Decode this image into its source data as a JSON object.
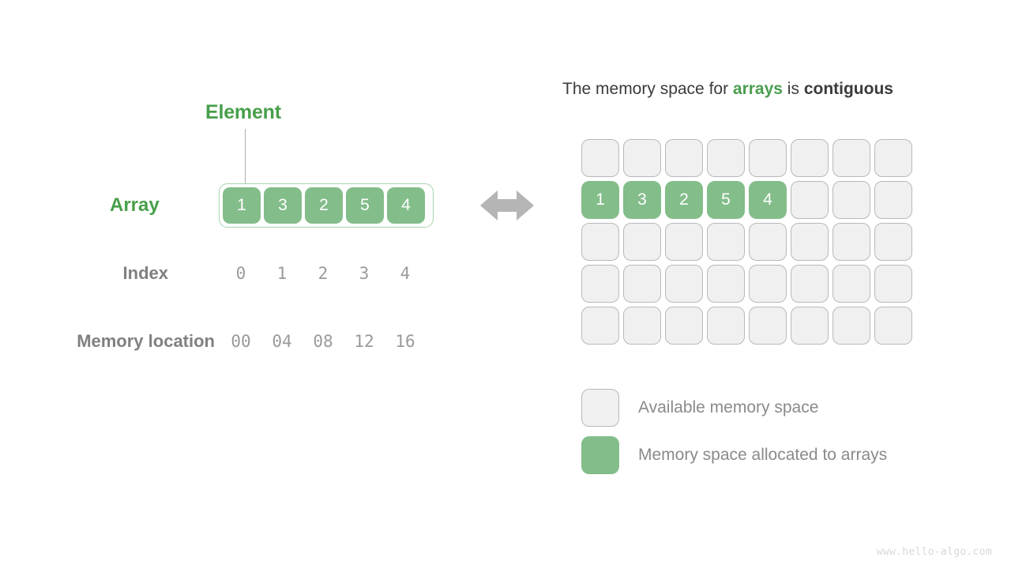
{
  "left": {
    "element_label": "Element",
    "array_label": "Array",
    "index_label": "Index",
    "memory_label": "Memory location",
    "array_values": [
      "1",
      "3",
      "2",
      "5",
      "4"
    ],
    "index_values": [
      "0",
      "1",
      "2",
      "3",
      "4"
    ],
    "memory_values": [
      "00",
      "04",
      "08",
      "12",
      "16"
    ]
  },
  "arrow": {
    "icon": "double-headed-horizontal-arrow-icon"
  },
  "right": {
    "title_part1": "The memory space for ",
    "title_arrays": "arrays",
    "title_part2": " is ",
    "title_contiguous": "contiguous",
    "grid": {
      "columns": 8,
      "rows": 5,
      "filled_row_index": 1,
      "filled_values": [
        "1",
        "3",
        "2",
        "5",
        "4"
      ]
    },
    "legend": [
      {
        "swatch": "available",
        "text": "Available memory space"
      },
      {
        "swatch": "allocated",
        "text": "Memory space allocated to arrays"
      }
    ]
  },
  "watermark": "www.hello-algo.com",
  "colors": {
    "green_fill": "#83bd8a",
    "green_dark_text": "#479f4a",
    "empty_cell_fill": "#f0f0f0",
    "empty_cell_border": "#b9b9b9",
    "gray_text": "#808080",
    "arrow_gray": "#b0b0b0"
  }
}
